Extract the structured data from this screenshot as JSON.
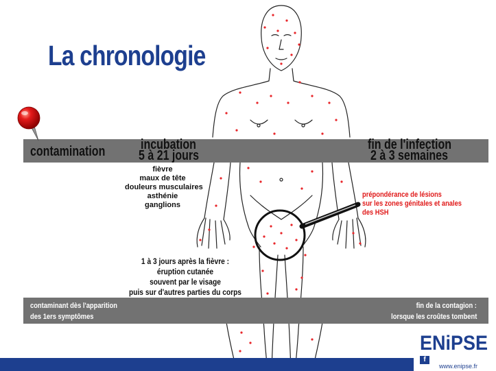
{
  "title": "La chronologie",
  "timeline": {
    "contamination": "contamination",
    "incubation_l1": "incubation",
    "incubation_l2": "5 à 21 jours",
    "fin_l1": "fin de l'infection",
    "fin_l2": "2 à 3 semaines"
  },
  "symptoms": [
    "fièvre",
    "maux de tête",
    "douleurs musculaires",
    "asthénie",
    "ganglions"
  ],
  "rash": [
    "1 à 3 jours après la fièvre :",
    "éruption cutanée",
    "souvent par le visage",
    "puis sur d'autres parties du corps"
  ],
  "lesions": [
    "prépondérance de lésions",
    "sur les zones génitales et anales",
    "des HSH"
  ],
  "bottom": {
    "left_l1": "contaminant dès l'apparition",
    "left_l2": "des 1ers symptômes",
    "right_l1": "fin de la contagion :",
    "right_l2": "lorsque les croûtes tombent"
  },
  "logo": {
    "name": "ENiPSE",
    "url": "www.enipse.fr"
  },
  "colors": {
    "title": "#1d3f8f",
    "band": "#727272",
    "accent_red": "#e01a1a",
    "footer": "#1d3f8f"
  }
}
